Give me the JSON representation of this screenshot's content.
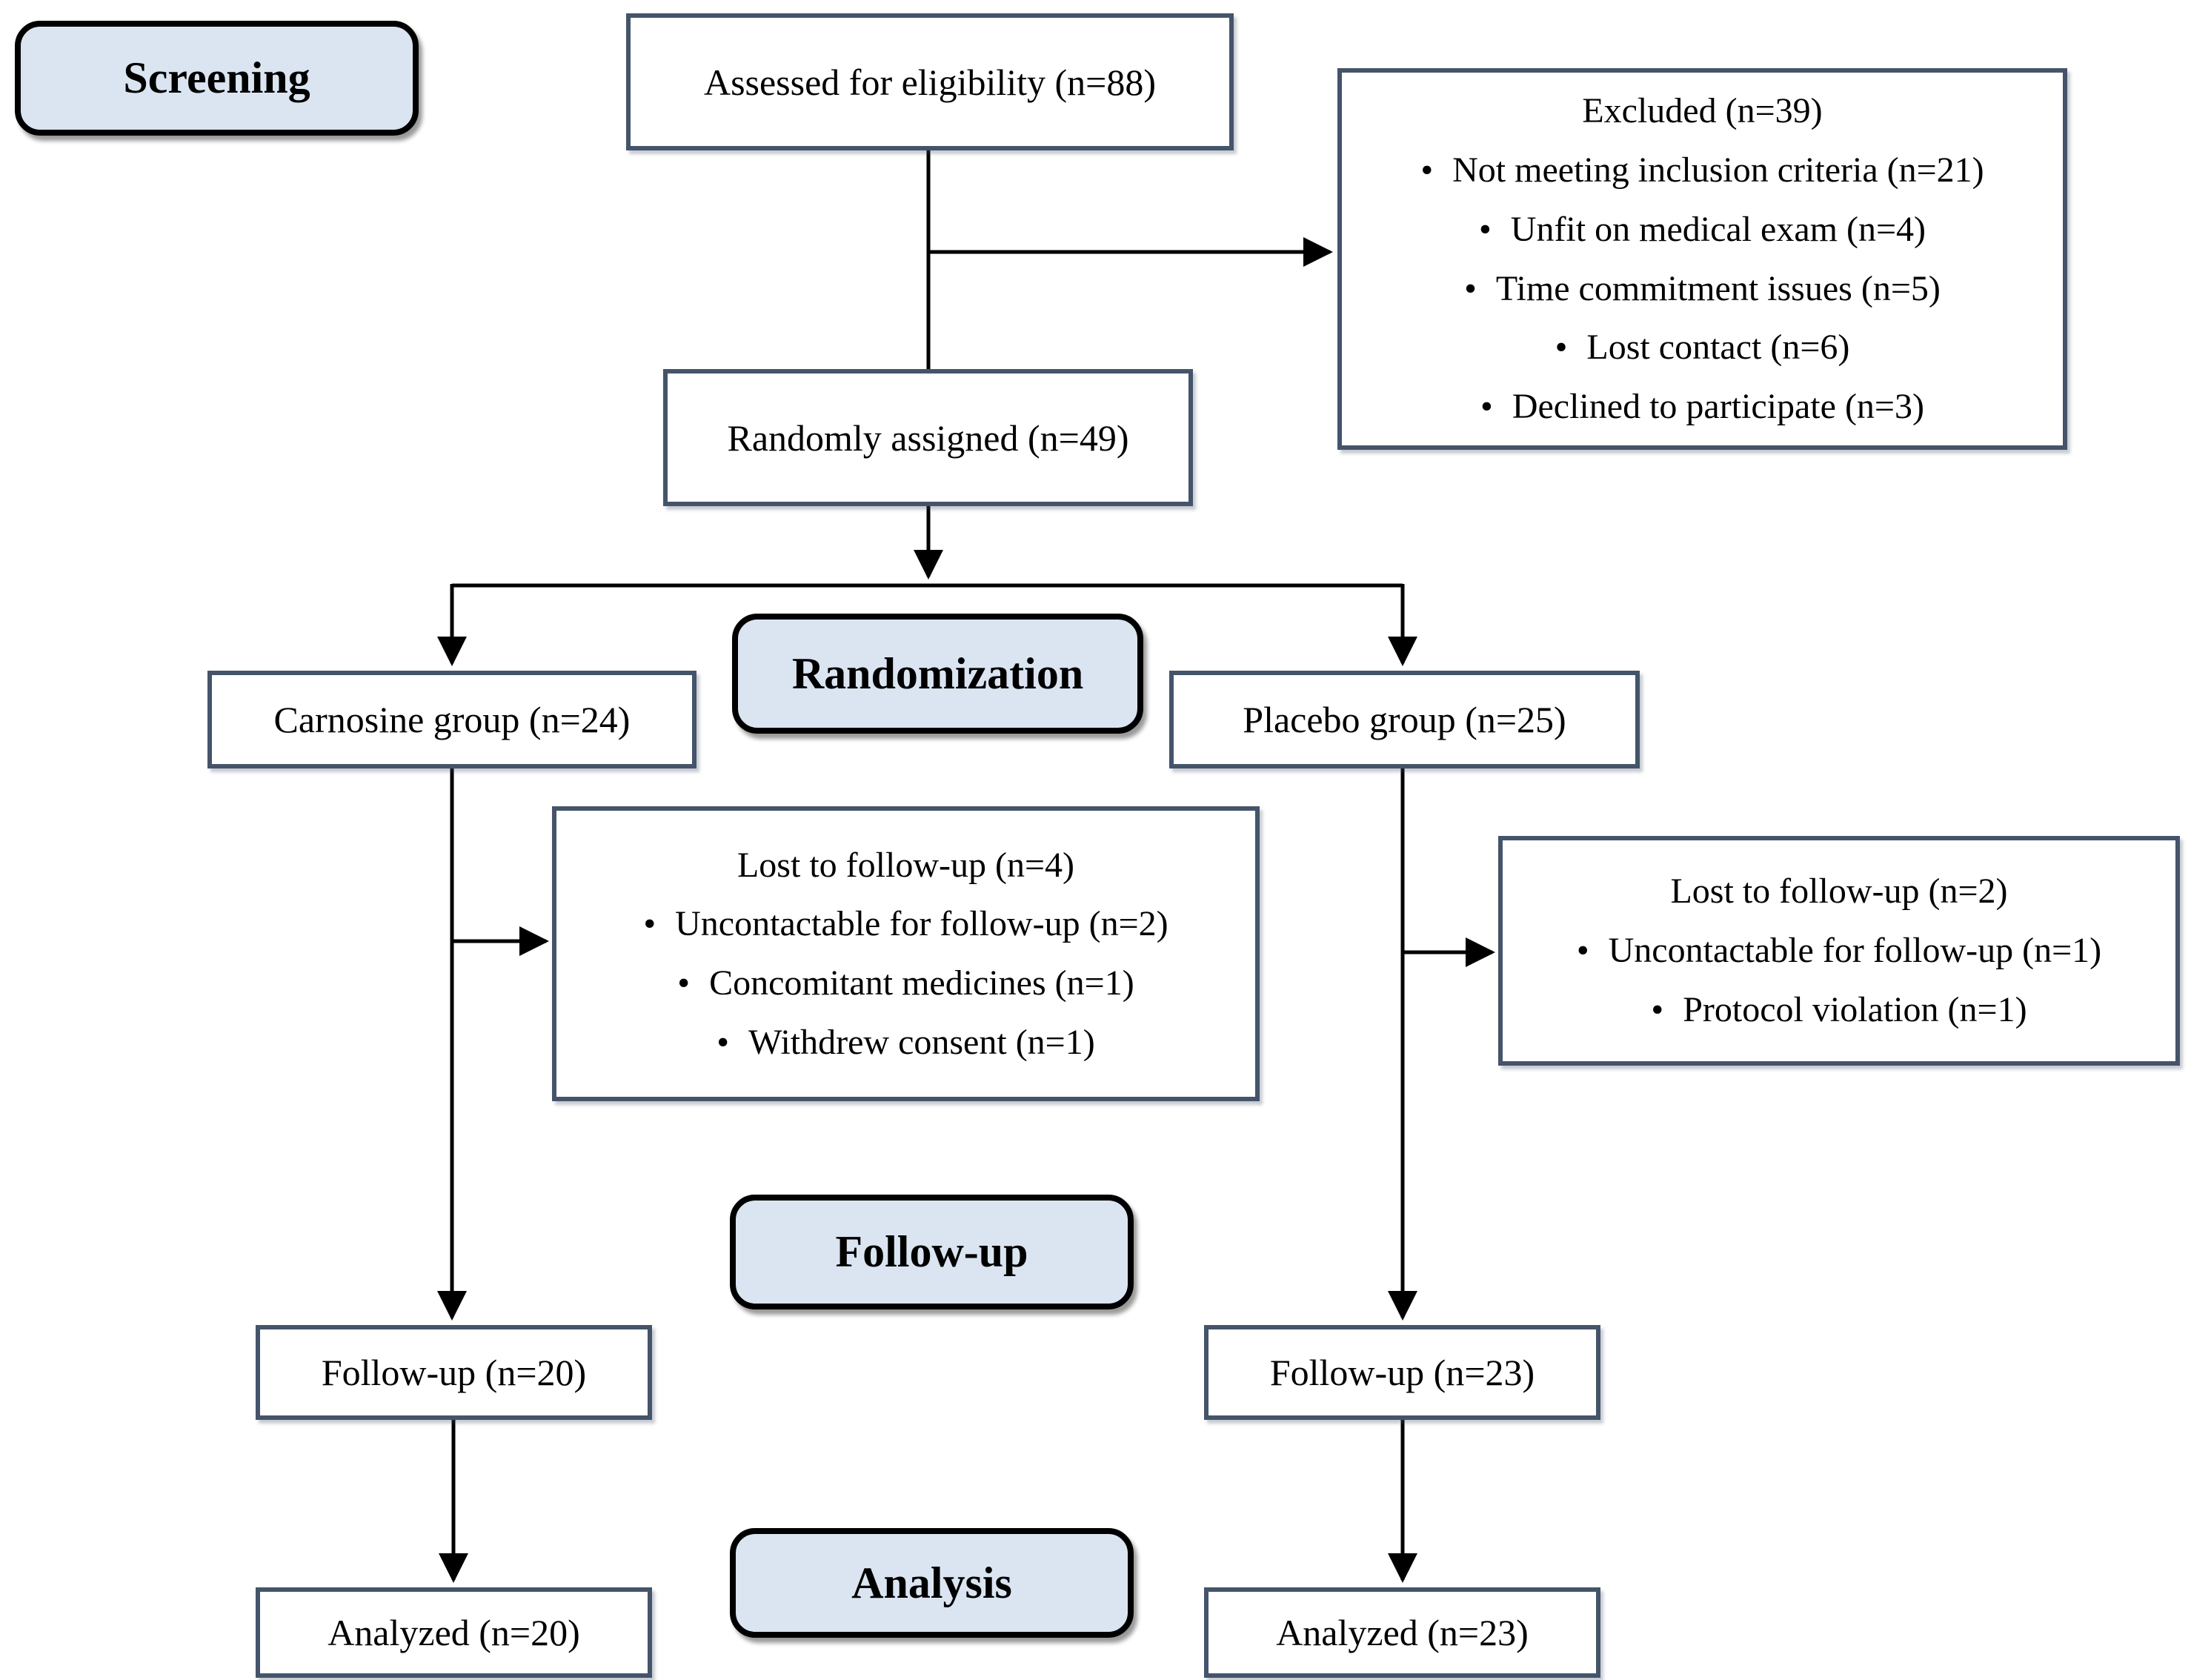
{
  "diagram": {
    "bullet_char": "•",
    "stage_labels": {
      "screening": "Screening",
      "randomization": "Randomization",
      "followup": "Follow-up",
      "analysis": "Analysis"
    },
    "nodes": {
      "assessed": {
        "text": "Assessed for eligibility (n=88)"
      },
      "excluded": {
        "title": "Excluded (n=39)",
        "items": [
          "Not meeting inclusion criteria (n=21)",
          "Unfit on medical exam (n=4)",
          "Time commitment issues (n=5)",
          "Lost contact (n=6)",
          "Declined to participate (n=3)"
        ]
      },
      "randomized": {
        "text": "Randomly assigned (n=49)"
      },
      "carnosine": {
        "text": "Carnosine group (n=24)"
      },
      "placebo": {
        "text": "Placebo group (n=25)"
      },
      "lost_carnosine": {
        "title": "Lost to follow-up (n=4)",
        "items": [
          "Uncontactable for follow-up (n=2)",
          "Concomitant medicines (n=1)",
          "Withdrew consent (n=1)"
        ]
      },
      "lost_placebo": {
        "title": "Lost to follow-up (n=2)",
        "items": [
          "Uncontactable for follow-up (n=1)",
          "Protocol violation (n=1)"
        ]
      },
      "followup_carnosine": {
        "text": "Follow-up (n=20)"
      },
      "followup_placebo": {
        "text": "Follow-up (n=23)"
      },
      "analyzed_carnosine": {
        "text": "Analyzed (n=20)"
      },
      "analyzed_placebo": {
        "text": "Analyzed (n=23)"
      }
    },
    "colors": {
      "stage_fill": "#dbe5f1",
      "stage_border": "#000000",
      "node_border": "#44546a",
      "connector": "#000000",
      "background": "#ffffff"
    }
  }
}
